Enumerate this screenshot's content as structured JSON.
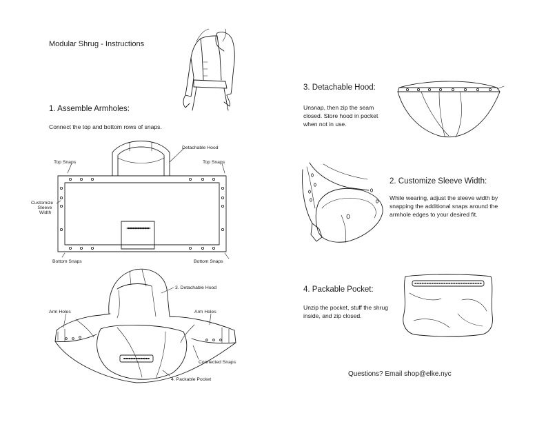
{
  "document": {
    "title": "Modular Shrug - Instructions",
    "contact": "Questions? Email shop@elke.nyc"
  },
  "steps": {
    "armholes": {
      "heading": "1. Assemble Armholes:",
      "text": "Connect the top and bottom rows of snaps."
    },
    "sleeve": {
      "heading": "2. Customize Sleeve Width:",
      "text": "While wearing, adjust the sleeve width by snapping the additional snaps around the armhole edges to your desired fit."
    },
    "hood": {
      "heading": "3. Detachable Hood:",
      "text": "Unsnap, then zip the seam closed. Store hood in pocket when not in use."
    },
    "pocket": {
      "heading": "4. Packable Pocket:",
      "text": "Unzip the pocket, stuff the shrug inside, and zip closed."
    }
  },
  "diagram_labels": {
    "flat": {
      "detachable_hood": "Detachable Hood",
      "top_snaps_left": "Top Snaps",
      "top_snaps_right": "Top Snaps",
      "customize_line1": "Customize",
      "customize_line2": "Sleeve",
      "customize_line3": "Width",
      "bottom_snaps_left": "Bottom Snaps",
      "bottom_snaps_right": "Bottom Snaps"
    },
    "assembled": {
      "detachable_hood": "3. Detachable Hood",
      "arm_holes_left": "Arm Holes",
      "arm_holes_right": "Arm Holes",
      "connected_snaps": "Connected Snaps",
      "packable_pocket": "4. Packable Pocket"
    }
  }
}
